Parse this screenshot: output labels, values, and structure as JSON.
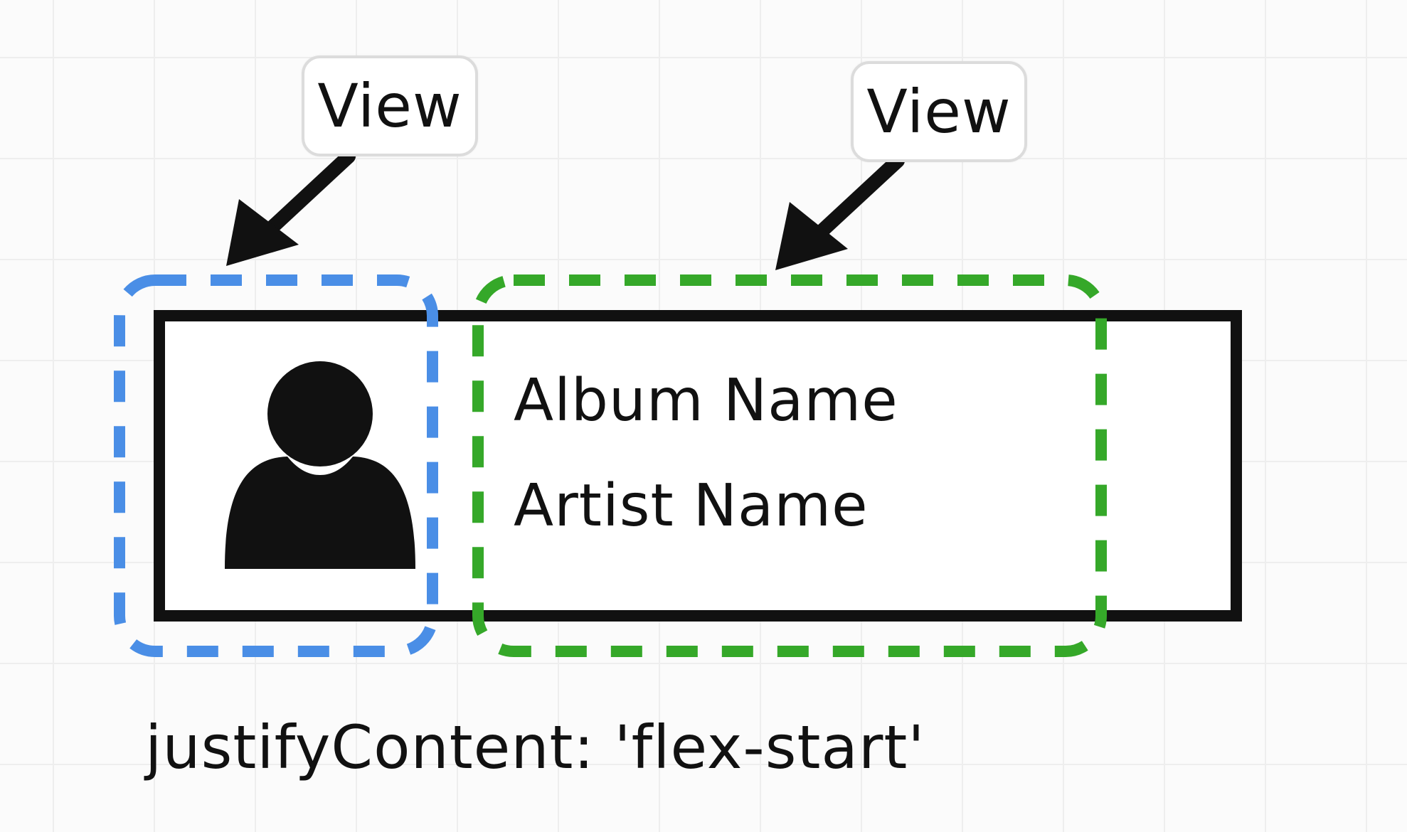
{
  "labels": {
    "left_view": "View",
    "right_view": "View"
  },
  "card": {
    "album_name": "Album Name",
    "artist_name": "Artist Name",
    "avatar_icon": "person-silhouette-icon"
  },
  "caption": "justifyContent: 'flex-start'",
  "colors": {
    "left_container": "#4a8ee6",
    "right_container": "#35a829",
    "card_border": "#111111",
    "background": "#fbfbfb"
  }
}
